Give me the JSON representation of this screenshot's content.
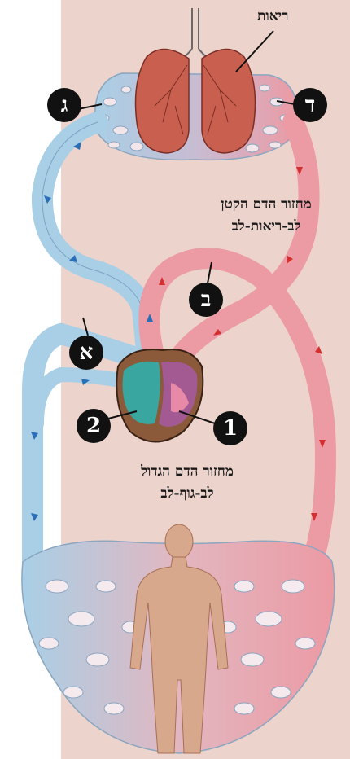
{
  "labels": {
    "lungs": "ריאות",
    "small_circulation_line1": "מחזור הדם הקטן",
    "small_circulation_line2": "לב-ריאות-לב",
    "large_circulation_line1": "מחזור הדם הגדול",
    "large_circulation_line2": "לב-גוף-לב"
  },
  "badges": {
    "gimel": "ג",
    "dalet": "ד",
    "bet": "ב",
    "alef": "א",
    "one": "1",
    "two": "2"
  },
  "colors": {
    "background_panel": "#ecd3cb",
    "venous_blue": "#a9cfe6",
    "arterial_red": "#ec9aa4",
    "lung_red": "#c9604f",
    "body_skin": "#d8a88c",
    "arrow_blue": "#2a6fb5",
    "arrow_red": "#d42f2f"
  }
}
